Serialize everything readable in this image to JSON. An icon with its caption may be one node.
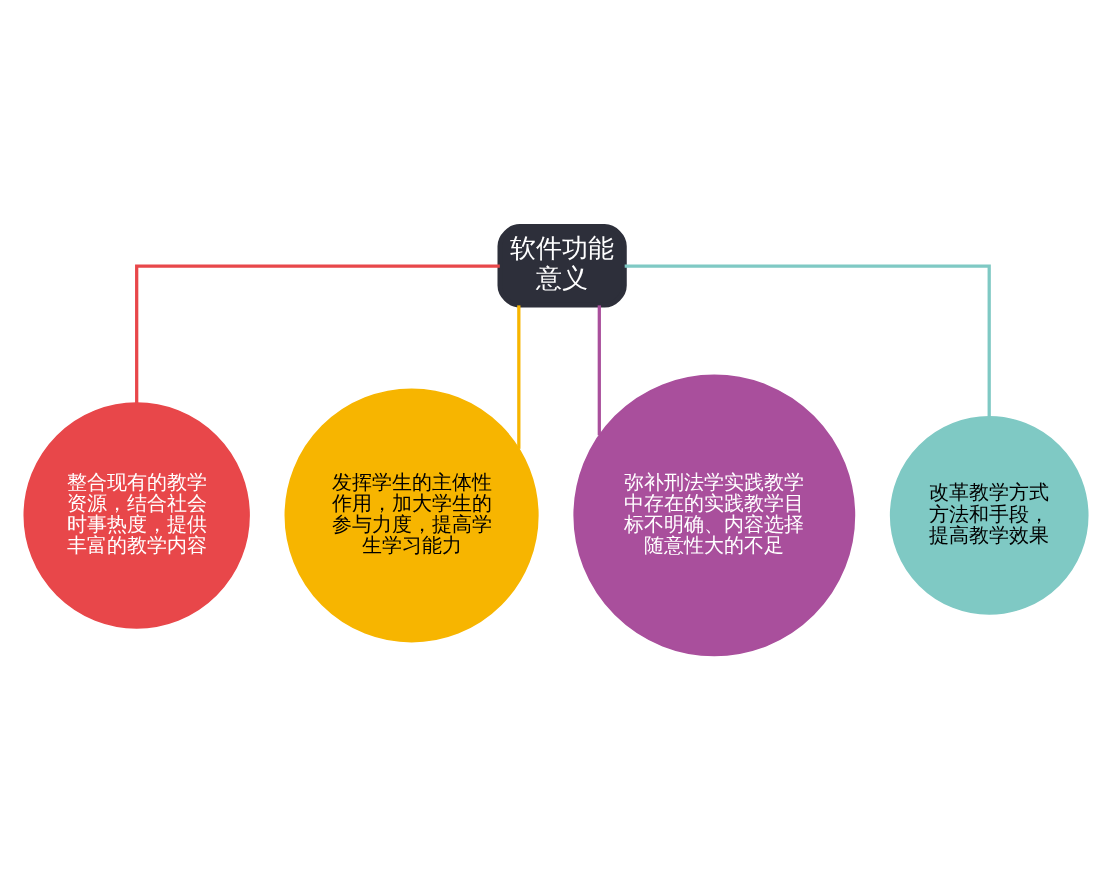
{
  "diagram": {
    "nodes": [
      {
        "text": [
          "软件功能意义"
        ]
      },
      {
        "text": [
          "整合现有的教学资源，结合社会时事热度，提供丰富的教学内容"
        ]
      },
      {
        "text": [
          "发挥学生的主体性作用，加大学生的参与力度，提高学生学习能力"
        ]
      },
      {
        "text": [
          "弥补刑法学实践教学中存在的实践教学目标不明确、内容选择随意性大的不足"
        ]
      },
      {
        "text": [
          "改革教学方式方法和手段，提高教学效果"
        ]
      }
    ],
    "edges": [
      {
        "from": 0,
        "to": 1,
        "arrow": "none",
        "color": "#e8474a"
      },
      {
        "from": 0,
        "to": 2,
        "arrow": "none",
        "color": "#f7b500"
      },
      {
        "from": 0,
        "to": 3,
        "arrow": "none",
        "color": "#a94f9c"
      },
      {
        "from": 0,
        "to": 4,
        "arrow": "none",
        "color": "#7fc9c4"
      }
    ]
  }
}
